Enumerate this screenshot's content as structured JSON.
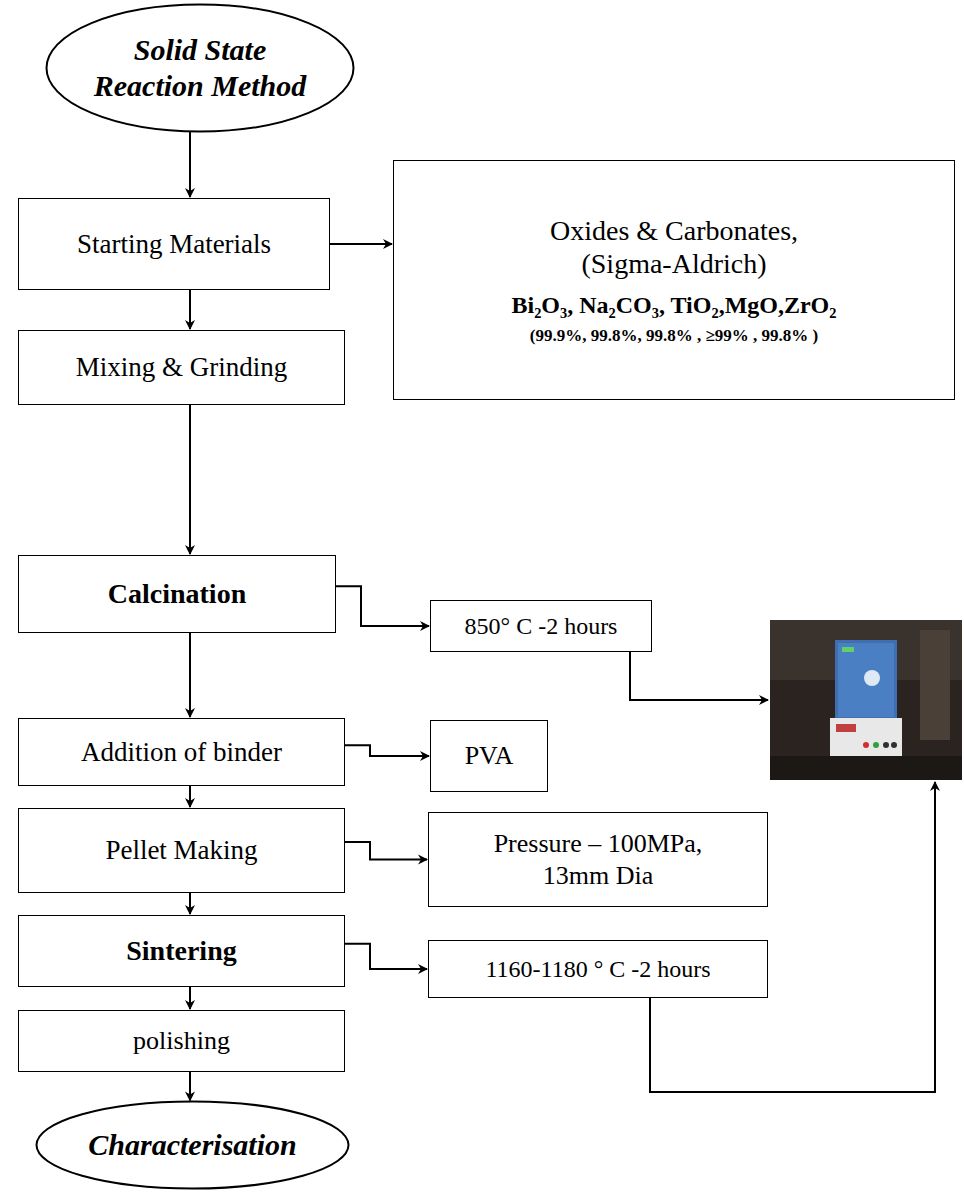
{
  "diagram": {
    "nodes": [
      {
        "text": [
          "Solid State Reaction Method"
        ]
      },
      {
        "text": [
          "Starting Materials"
        ]
      },
      {
        "text": [
          "Oxides & Carbonates, (Sigma-Aldrich)",
          "Bi₂O₃, Na₂CO₃, TiO₂,MgO,ZrO₂",
          "(99.9%, 99.8%, 99.8% , ≥99% , 99.8% )"
        ]
      },
      {
        "text": [
          "Mixing & Grinding"
        ]
      },
      {
        "text": [
          "Calcination"
        ]
      },
      {
        "text": [
          "850° C -2 hours"
        ]
      },
      {
        "text": [
          "Addition of binder"
        ]
      },
      {
        "text": [
          "PVA"
        ]
      },
      {
        "text": [
          "Pellet Making"
        ]
      },
      {
        "text": [
          "Pressure – 100MPa, 13mm Dia"
        ]
      },
      {
        "text": [
          "Sintering"
        ]
      },
      {
        "text": [
          "1160-1180 ° C -2 hours"
        ]
      },
      {
        "text": [
          "polishing"
        ]
      },
      {
        "text": [
          "Characterisation"
        ]
      }
    ],
    "edges": [
      {
        "from": 0,
        "to": 1,
        "arrow": "to"
      },
      {
        "from": 1,
        "to": 2,
        "arrow": "to"
      },
      {
        "from": 1,
        "to": 3,
        "arrow": "to"
      },
      {
        "from": 3,
        "to": 4,
        "arrow": "to"
      },
      {
        "from": 4,
        "to": 5,
        "arrow": "to"
      },
      {
        "from": 4,
        "to": 6,
        "arrow": "to"
      },
      {
        "from": 6,
        "to": 7,
        "arrow": "to"
      },
      {
        "from": 6,
        "to": 8,
        "arrow": "to"
      },
      {
        "from": 8,
        "to": 9,
        "arrow": "to"
      },
      {
        "from": 8,
        "to": 10,
        "arrow": "to"
      },
      {
        "from": 10,
        "to": 11,
        "arrow": "to"
      },
      {
        "from": 10,
        "to": 12,
        "arrow": "to"
      },
      {
        "from": 12,
        "to": 13,
        "arrow": "to"
      }
    ]
  }
}
